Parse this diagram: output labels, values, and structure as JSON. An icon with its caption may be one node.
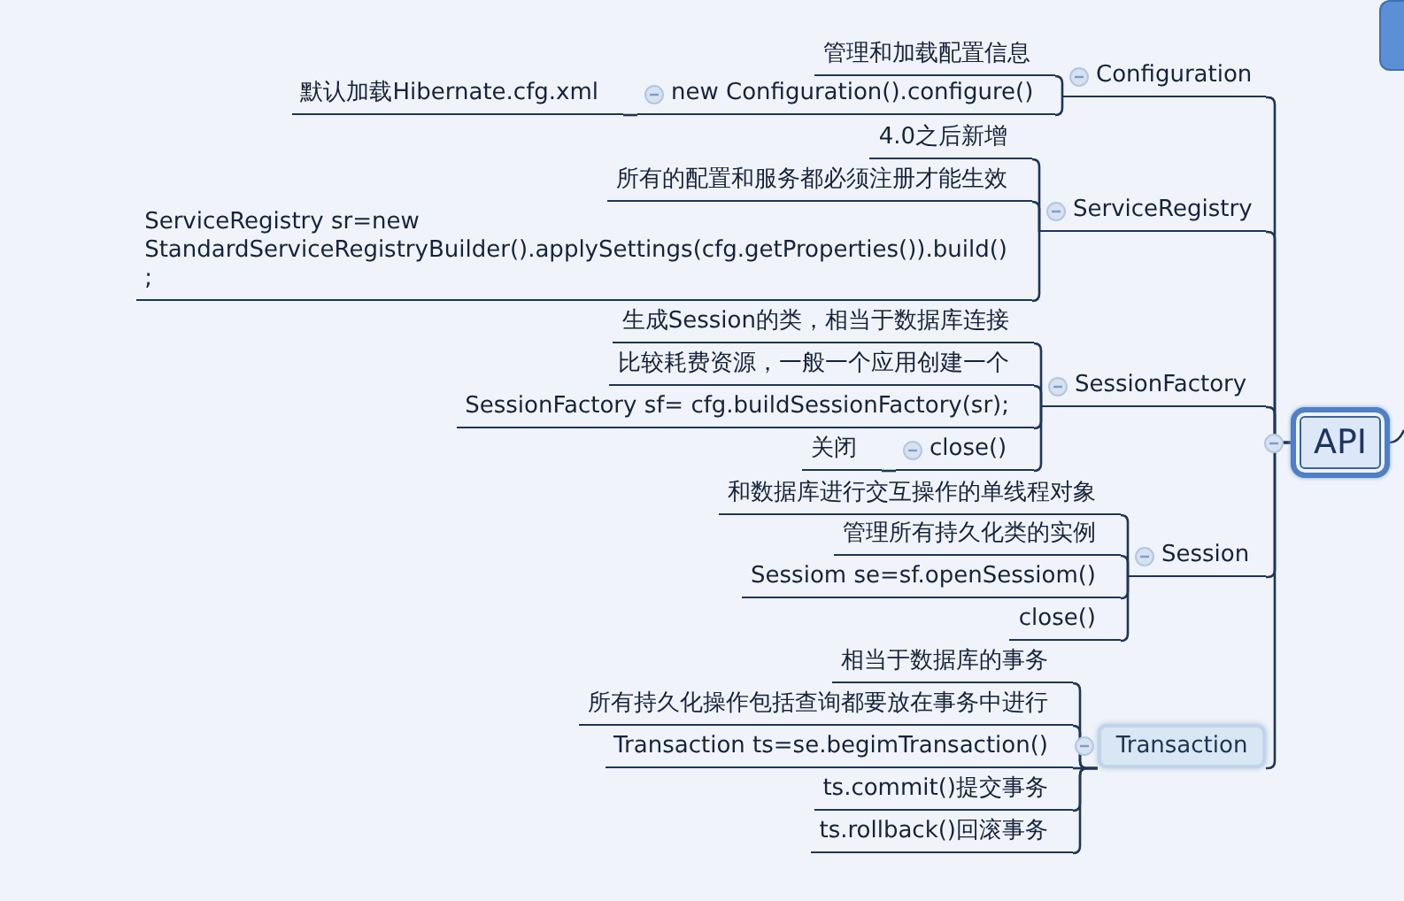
{
  "diagram": {
    "nodes": [
      {
        "text": [
          "API"
        ]
      },
      {
        "text": [
          "Configuration"
        ]
      },
      {
        "text": [
          "管理和加载配置信息"
        ]
      },
      {
        "text": [
          "new Configuration().configure()"
        ]
      },
      {
        "text": [
          "默认加载Hibernate.cfg.xml"
        ]
      },
      {
        "text": [
          "ServiceRegistry"
        ]
      },
      {
        "text": [
          "4.0之后新增"
        ]
      },
      {
        "text": [
          "所有的配置和服务都必须注册才能生效"
        ]
      },
      {
        "text": [
          "ServiceRegistry sr=new StandardServiceRegistryBuilder().applySettings(cfg.getProperties()).build() ;"
        ]
      },
      {
        "text": [
          "SessionFactory"
        ]
      },
      {
        "text": [
          "生成Session的类，相当于数据库连接"
        ]
      },
      {
        "text": [
          "比较耗费资源，一般一个应用创建一个"
        ]
      },
      {
        "text": [
          "SessionFactory sf= cfg.buildSessionFactory(sr);"
        ]
      },
      {
        "text": [
          "close()"
        ]
      },
      {
        "text": [
          "关闭"
        ]
      },
      {
        "text": [
          "Session"
        ]
      },
      {
        "text": [
          "和数据库进行交互操作的单线程对象"
        ]
      },
      {
        "text": [
          "管理所有持久化类的实例"
        ]
      },
      {
        "text": [
          "Sessiom se=sf.openSessiom()"
        ]
      },
      {
        "text": [
          "close()"
        ]
      },
      {
        "text": [
          "Transaction"
        ]
      },
      {
        "text": [
          "相当于数据库的事务"
        ]
      },
      {
        "text": [
          "所有持久化操作包括查询都要放在事务中进行"
        ]
      },
      {
        "text": [
          "Transaction ts=se.begimTransaction()"
        ]
      },
      {
        "text": [
          "ts.commit()提交事务"
        ]
      },
      {
        "text": [
          "ts.rollback()回滚事务"
        ]
      },
      {
        "text": [],
        "shape": "box"
      }
    ],
    "edges": [
      {
        "from": 0,
        "to": 1,
        "arrow": "none"
      },
      {
        "from": 1,
        "to": 2,
        "arrow": "none"
      },
      {
        "from": 1,
        "to": 3,
        "arrow": "none"
      },
      {
        "from": 3,
        "to": 4,
        "arrow": "none"
      },
      {
        "from": 0,
        "to": 5,
        "arrow": "none"
      },
      {
        "from": 5,
        "to": 6,
        "arrow": "none"
      },
      {
        "from": 5,
        "to": 7,
        "arrow": "none"
      },
      {
        "from": 5,
        "to": 8,
        "arrow": "none"
      },
      {
        "from": 0,
        "to": 9,
        "arrow": "none"
      },
      {
        "from": 9,
        "to": 10,
        "arrow": "none"
      },
      {
        "from": 9,
        "to": 11,
        "arrow": "none"
      },
      {
        "from": 9,
        "to": 12,
        "arrow": "none"
      },
      {
        "from": 9,
        "to": 13,
        "arrow": "none"
      },
      {
        "from": 13,
        "to": 14,
        "arrow": "none"
      },
      {
        "from": 0,
        "to": 15,
        "arrow": "none"
      },
      {
        "from": 15,
        "to": 16,
        "arrow": "none"
      },
      {
        "from": 15,
        "to": 17,
        "arrow": "none"
      },
      {
        "from": 15,
        "to": 18,
        "arrow": "none"
      },
      {
        "from": 15,
        "to": 19,
        "arrow": "none"
      },
      {
        "from": 0,
        "to": 20,
        "arrow": "none"
      },
      {
        "from": 20,
        "to": 21,
        "arrow": "none"
      },
      {
        "from": 20,
        "to": 22,
        "arrow": "none"
      },
      {
        "from": 20,
        "to": 23,
        "arrow": "none"
      },
      {
        "from": 20,
        "to": 24,
        "arrow": "none"
      },
      {
        "from": 20,
        "to": 25,
        "arrow": "none"
      },
      {
        "from": 0,
        "to": null,
        "arrow": "none"
      }
    ]
  }
}
